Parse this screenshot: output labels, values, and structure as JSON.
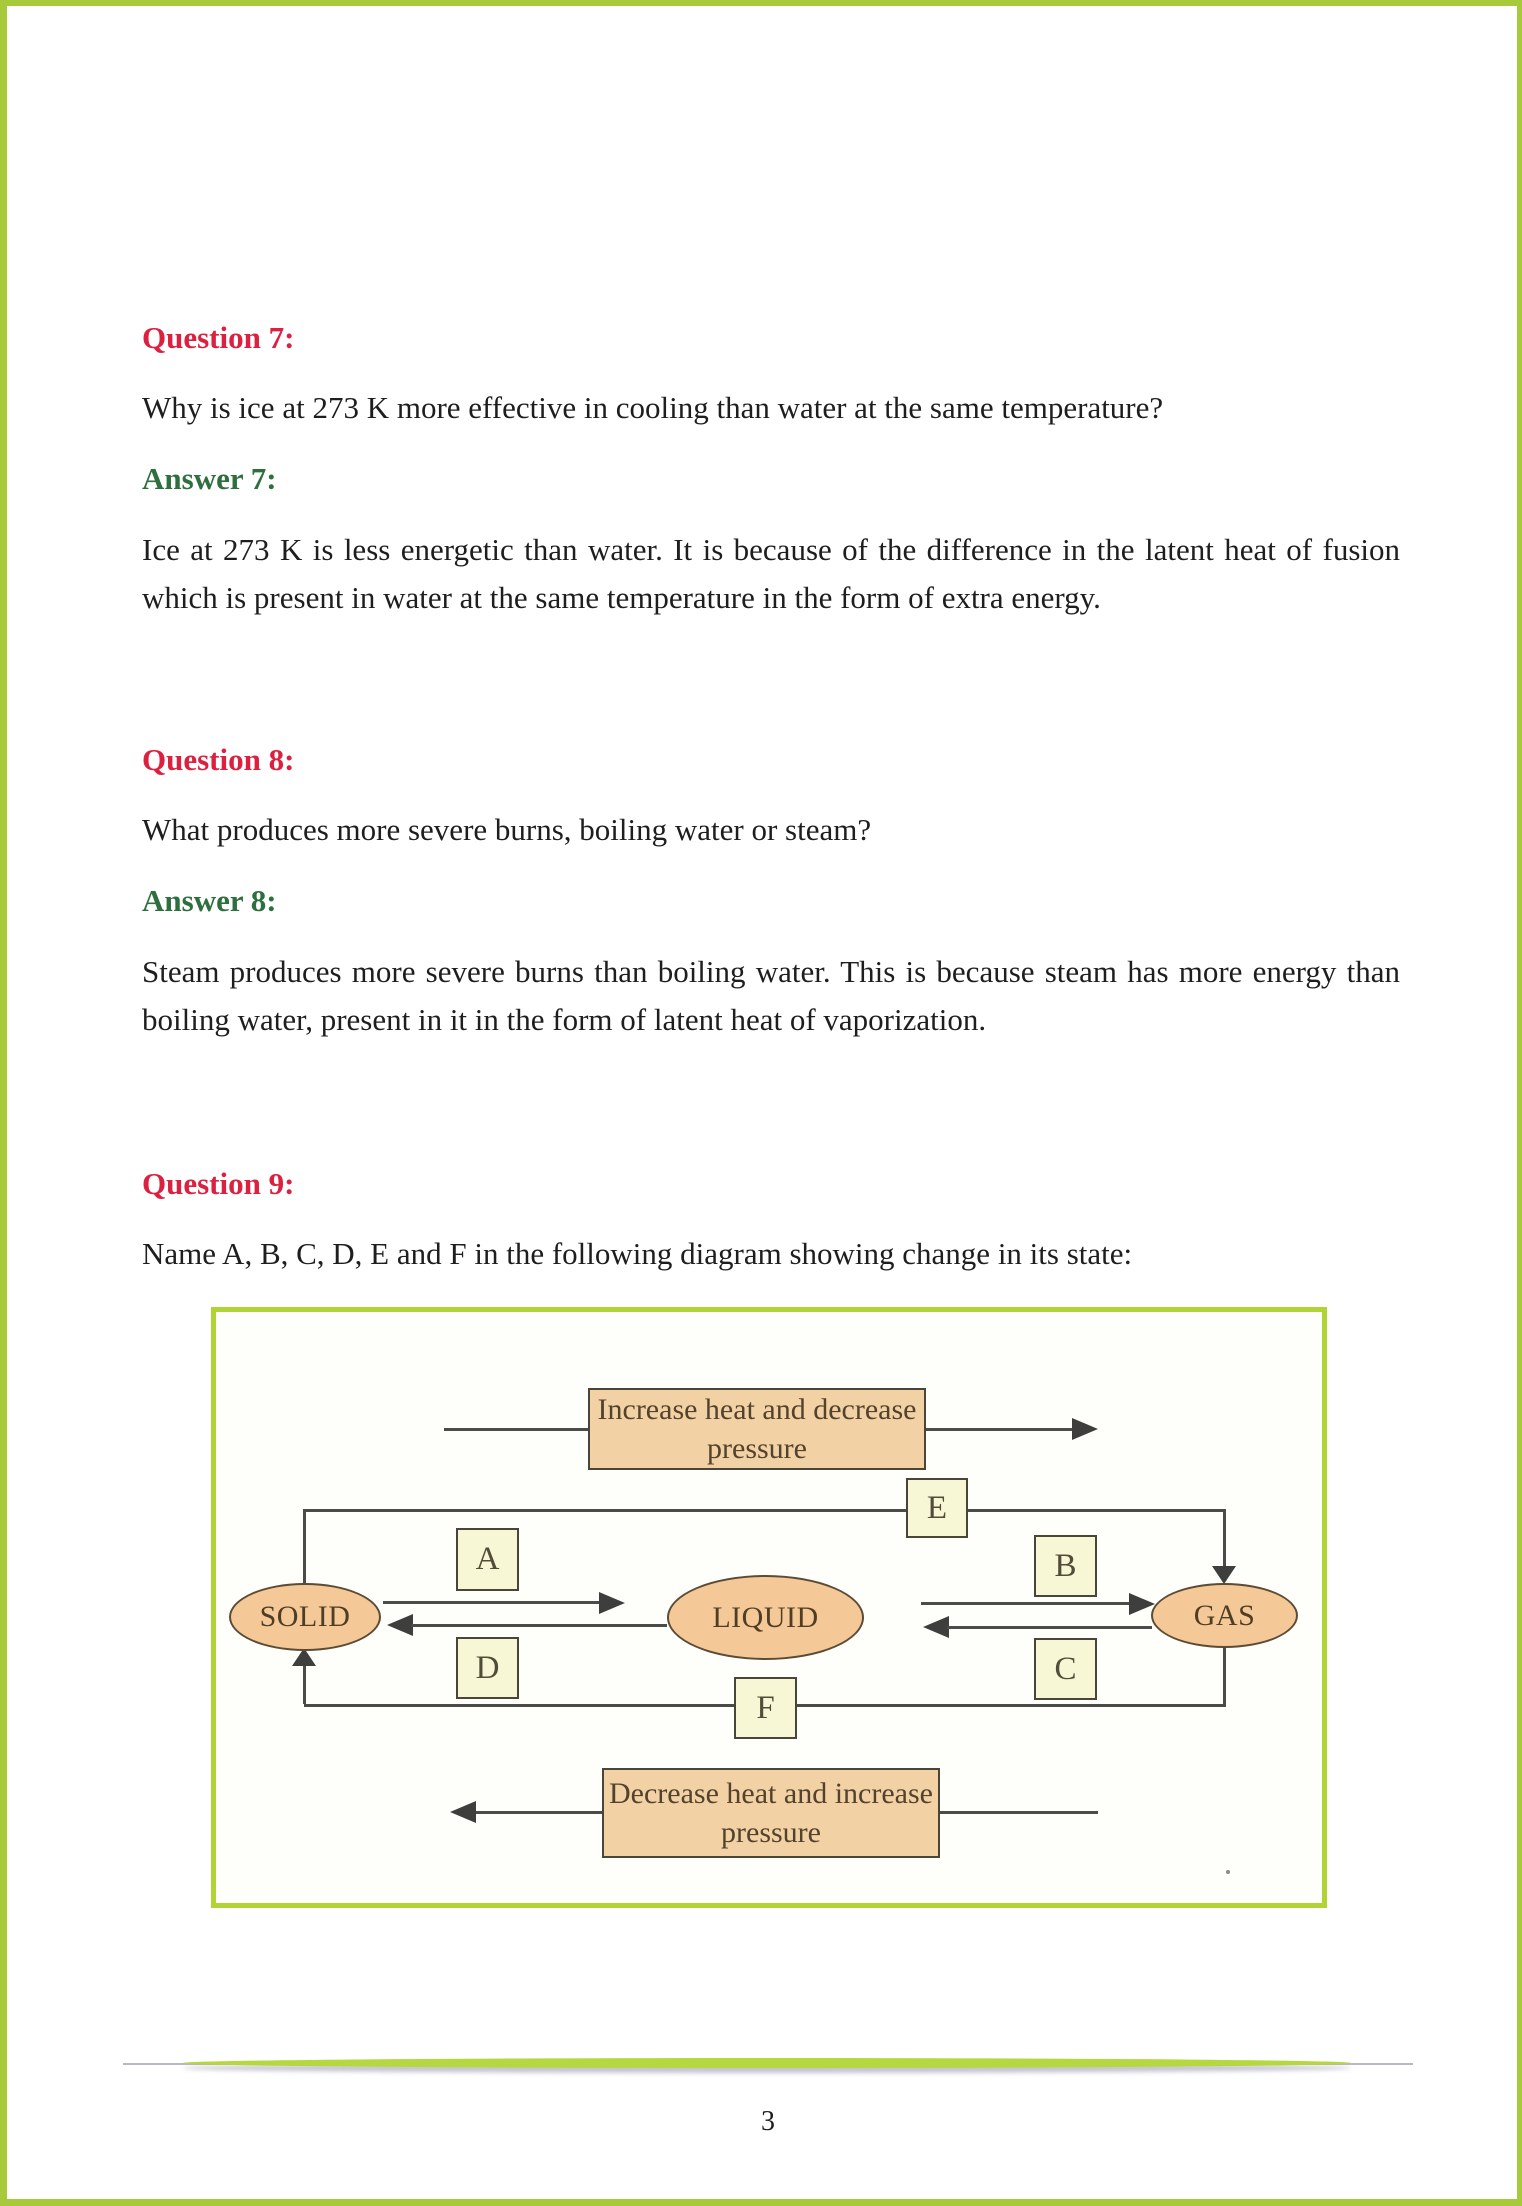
{
  "colors": {
    "question_label": "#dc2140",
    "answer_label": "#2e6f3e",
    "body_text": "#1e1e1e",
    "page_border": "#a6ca39",
    "diagram_border": "#b2d336",
    "annotation_box_fill": "#f2d1a5",
    "node_fill": "#f5c897",
    "letter_box_fill": "#f7f7d6"
  },
  "sections": [
    {
      "question_label": "Question 7:",
      "question_text": "Why is ice at 273 K more effective in cooling than water at the same temperature?",
      "answer_label": "Answer 7:",
      "answer_text": "Ice at 273 K is less energetic than water. It is because of the difference in the latent heat of fusion which is present in water at the same temperature in the form of extra energy."
    },
    {
      "question_label": "Question 8:",
      "question_text": "What produces more severe burns, boiling water or steam?",
      "answer_label": "Answer 8:",
      "answer_text": "Steam produces more severe burns than boiling water. This is because steam has more energy than boiling water, present in it in the form of latent heat of vaporization."
    },
    {
      "question_label": "Question 9:",
      "question_text": "Name A, B, C, D, E and F in the following diagram showing change in its state:"
    }
  ],
  "diagram": {
    "top_annotation": "Increase heat and decrease pressure",
    "bottom_annotation": "Decrease heat and increase pressure",
    "nodes": {
      "solid": "SOLID",
      "liquid": "LIQUID",
      "gas": "GAS"
    },
    "labels": {
      "A": "A",
      "B": "B",
      "C": "C",
      "D": "D",
      "E": "E",
      "F": "F"
    }
  },
  "footer": {
    "page_number": "3"
  }
}
